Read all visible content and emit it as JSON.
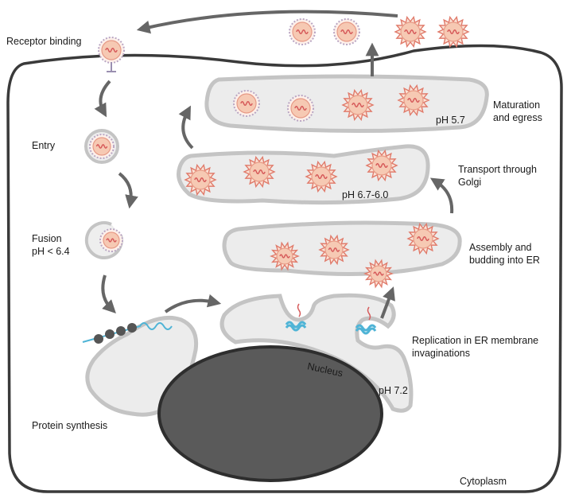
{
  "labels": {
    "receptor_binding": "Receptor binding",
    "entry": "Entry",
    "fusion_line1": "Fusion",
    "fusion_line2": "pH < 6.4",
    "protein_synthesis": "Protein synthesis",
    "maturation_line1": "Maturation",
    "maturation_line2": "and egress",
    "ph_57": "pH 5.7",
    "transport_line1": "Transport through",
    "transport_line2": "Golgi",
    "ph_67_60": "pH 6.7-6.0",
    "assembly_line1": "Assembly and",
    "assembly_line2": "budding into ER",
    "replication_line1": "Replication in ER membrane",
    "replication_line2": "invaginations",
    "nucleus": "Nucleus",
    "ph_72": "pH 7.2",
    "cytoplasm": "Cytoplasm"
  },
  "colors": {
    "membrane": "#3a3a3a",
    "organelle_fill": "#ececec",
    "organelle_stroke": "#c4c4c4",
    "nucleus_fill": "#5a5a5a",
    "arrow": "#666666",
    "virion_core": "#f6c9b3",
    "virion_rna": "#d65a5a",
    "spike": "#e07a6a",
    "rna_blue": "#4fb4d6",
    "ribosome": "#555555"
  }
}
